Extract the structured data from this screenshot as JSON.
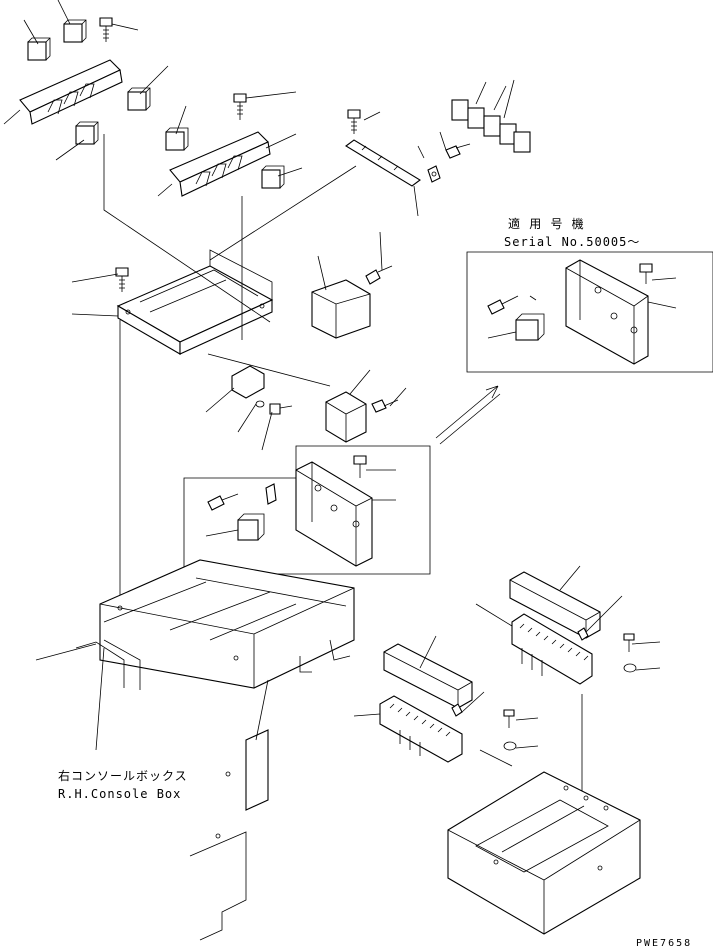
{
  "labels": {
    "serial_jp": "適 用 号 機",
    "serial_en": "Serial No.50005～",
    "console_jp": "右コンソールボックス",
    "console_en": "R.H.Console Box",
    "drawing_code": "PWE7658"
  }
}
